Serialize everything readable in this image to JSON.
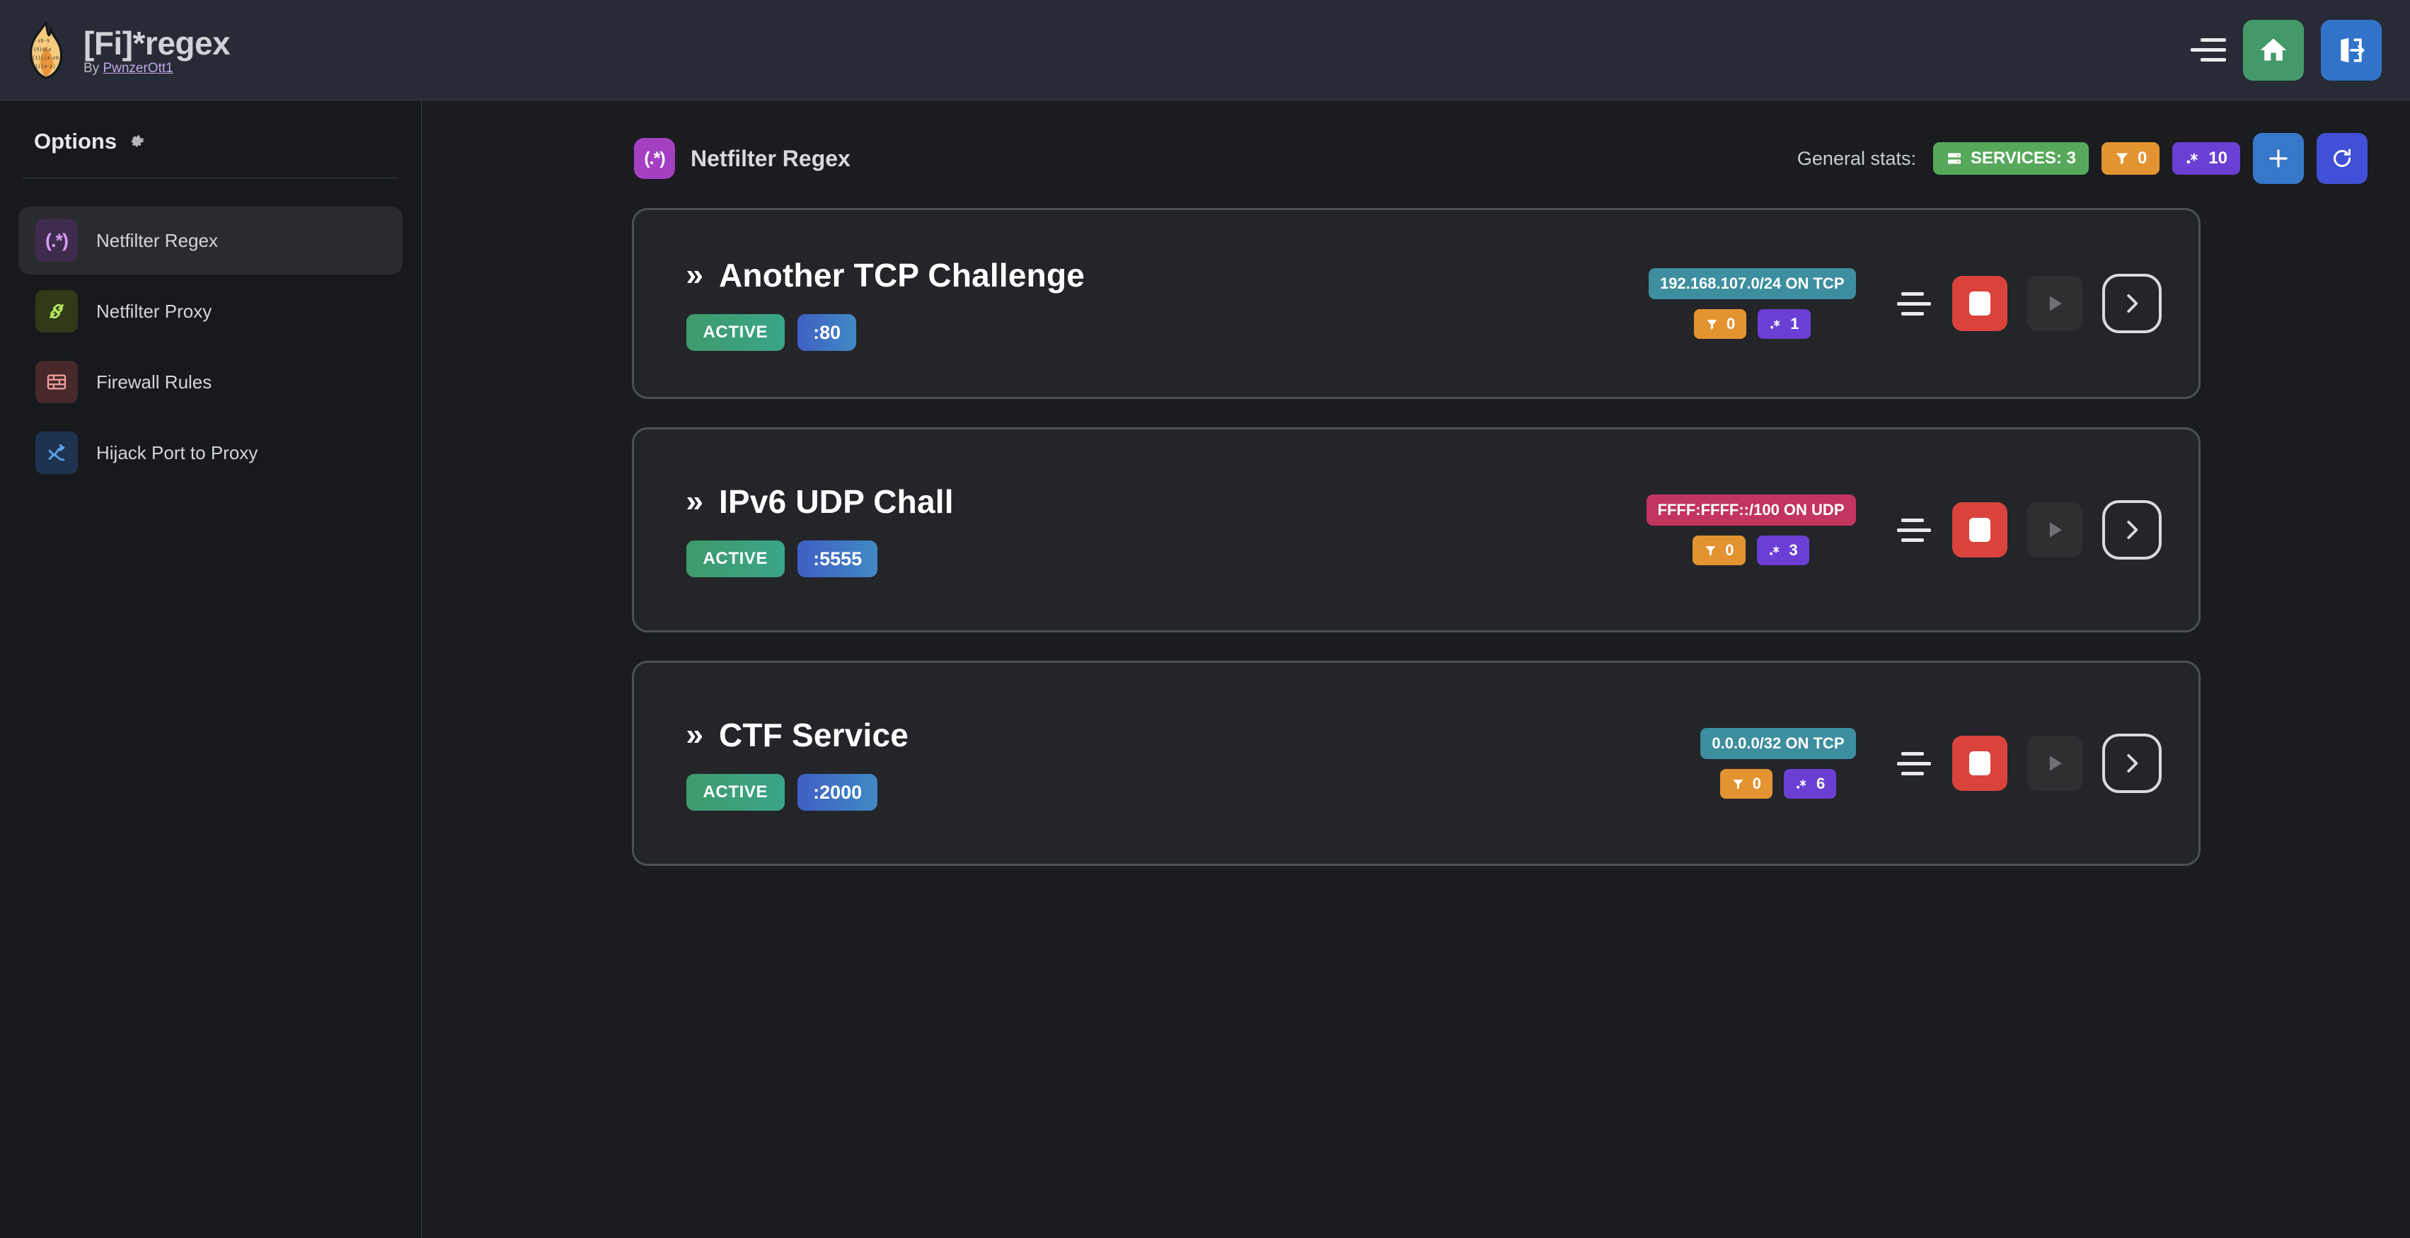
{
  "header": {
    "title": "[Fi]*regex",
    "by_prefix": "By ",
    "author": "PwnzerOtt1",
    "logo_icon": "flame-regex-logo",
    "menu_icon": "hamburger-menu-icon",
    "home_icon": "home-icon",
    "logout_icon": "logout-icon",
    "home_color": "#44996b",
    "logout_color": "#3273ca"
  },
  "sidebar": {
    "heading": "Options",
    "gear_icon": "gear-icon",
    "items": [
      {
        "label": "Netfilter Regex",
        "icon": "regex-icon",
        "icon_text": "(.*)",
        "active": true
      },
      {
        "label": "Netfilter Proxy",
        "icon": "plug-connect-icon",
        "icon_text": "",
        "active": false
      },
      {
        "label": "Firewall Rules",
        "icon": "brick-wall-icon",
        "icon_text": "",
        "active": false
      },
      {
        "label": "Hijack Port to Proxy",
        "icon": "route-split-icon",
        "icon_text": "",
        "active": false
      }
    ]
  },
  "main": {
    "page_title": "Netfilter Regex",
    "page_title_icon": "regex-icon",
    "page_title_icon_text": "(.*)",
    "page_title_icon_color": "#a43fc2",
    "general_stats_label": "General stats:",
    "stats": {
      "services": {
        "icon": "server-icon",
        "label": "SERVICES: 3",
        "color": "#58a85c"
      },
      "filters": {
        "icon": "filter-icon",
        "label": "0",
        "color": "#e39431"
      },
      "regexes": {
        "icon": "regex-dot-star-icon",
        "label": "10",
        "color": "#6b3fd4"
      }
    },
    "add_button": {
      "icon": "plus-icon",
      "color": "#3679c9"
    },
    "refresh_button": {
      "icon": "refresh-icon",
      "color": "#4150d6"
    }
  },
  "services": [
    {
      "chevron": "»",
      "name": "Another TCP Challenge",
      "status": "ACTIVE",
      "port": ":80",
      "network": "192.168.107.0/24 ON TCP",
      "network_kind": "tcp",
      "filters": "0",
      "regexes": "1",
      "drag_handle_icon": "drag-handle-icon",
      "stop_icon": "stop-icon",
      "play_icon": "play-icon",
      "detail_icon": "chevron-right-icon"
    },
    {
      "chevron": "»",
      "name": "IPv6 UDP Chall",
      "status": "ACTIVE",
      "port": ":5555",
      "network": "FFFF:FFFF::/100 ON UDP",
      "network_kind": "udp",
      "filters": "0",
      "regexes": "3",
      "drag_handle_icon": "drag-handle-icon",
      "stop_icon": "stop-icon",
      "play_icon": "play-icon",
      "detail_icon": "chevron-right-icon"
    },
    {
      "chevron": "»",
      "name": "CTF Service",
      "status": "ACTIVE",
      "port": ":2000",
      "network": "0.0.0.0/32 ON TCP",
      "network_kind": "tcp",
      "filters": "0",
      "regexes": "6",
      "drag_handle_icon": "drag-handle-icon",
      "stop_icon": "stop-icon",
      "play_icon": "play-icon",
      "detail_icon": "chevron-right-icon"
    }
  ],
  "colors": {
    "page_bg": "#1a1c20",
    "header_bg": "#262b35",
    "sidebar_bg": "#17191d",
    "card_bg": "#232529",
    "card_border": "#4c5056",
    "accent_tcp": "#3d8e9e",
    "accent_udp": "#c1355f",
    "accent_active": "#3f9a6b",
    "accent_stop": "#d9433c"
  }
}
